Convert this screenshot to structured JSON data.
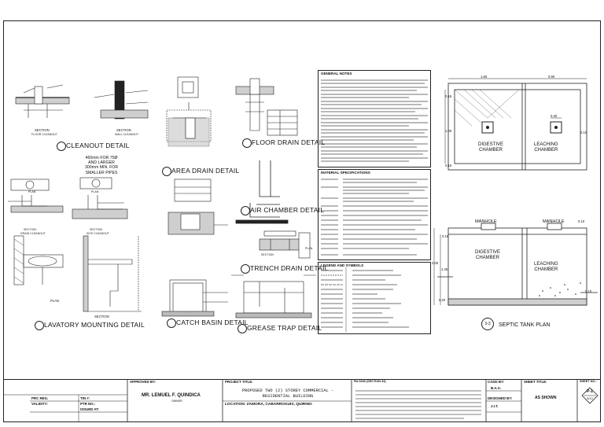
{
  "details": {
    "cleanout": "CLEANOUT DETAIL",
    "floor_drain": "FLOOR DRAIN DETAIL",
    "area_drain": "AREA DRAIN DETAIL",
    "air_chamber": "AIR CHAMBER DETAIL",
    "trench_drain": "TRENCH DRAIN DETAIL",
    "lavatory": "LAVATORY MOUNTING DETAIL",
    "catch_basin": "CATCH BASIN DETAIL",
    "grease_trap": "GREASE TRAP DETAIL",
    "septic_plan": "SEPTIC TANK PLAN",
    "septic_ref": "3-3"
  },
  "sub_labels": {
    "section_floor": "SECTION",
    "floor_cleanout": "FLOOR CLEANOUT",
    "section_wall": "SECTION",
    "wall_cleanout": "WALL CLEANOUT",
    "plan1": "PLAN",
    "plan2": "PLAN",
    "section_drain": "SECTION",
    "drain_cleanout": "DRAIN CLEANOUT",
    "section_wye": "SECTION",
    "wye_cleanout": "WYE CLEANOUT",
    "plan_lav": "PLAN",
    "section_lav": "SECTION",
    "section_trench": "SECTION",
    "plan_trench": "PLAN"
  },
  "pipe_note": [
    "460mm FOR 75Ø",
    "AND LARGER",
    "300mm MIN. FOR",
    "SMALLER PIPES"
  ],
  "septic": {
    "dim_top_left": "1.80",
    "dim_top_right": "0.90",
    "dim_left": "1.00",
    "dim_small": "0.30",
    "dim_small2": "0.10",
    "dim_corner": "0.15",
    "dim_corner2": "0.15",
    "chamber1": [
      "DIGESTIVE",
      "CHAMBER"
    ],
    "chamber2": [
      "LEACHING",
      "CHAMBER"
    ],
    "manhole1": "MANHOLE",
    "manhole2": "MANHOLE",
    "sec_dim_a": "0.18",
    "sec_dim_b": "2.00",
    "sec_dim_c": "1.45",
    "sec_dim_d": "0.20",
    "sec_dim_e": "0.10",
    "sec_dim_f": "0.10",
    "sec_chamber1": [
      "DIGESTIVE",
      "CHAMBER"
    ],
    "sec_chamber2": [
      "LEACHING",
      "CHAMBER"
    ]
  },
  "notes": {
    "general_title": "GENERAL NOTES",
    "material_title": "MATERIAL SPECIFICATIONS",
    "legend_title": "LEGEND AND SYMBOLS"
  },
  "title_block": {
    "approved_by_label": "APPROVED BY:",
    "approver_name": "MR. LEMUEL F. QUINDICA",
    "approver_role": "OWNER",
    "project_title_label": "PROJECT TITLE:",
    "project_title": [
      "PROPOSED TWO (2) STOREY COMMERCIAL -",
      "RESIDENTIAL BUILDING"
    ],
    "location": "LOCATION: ZAMORA, CABARROGUIS, QUIRINO",
    "ra_label": "RA 9266 (SECTION 33)",
    "cadd_by_label": "CADD BY:",
    "cadd_by": "B.A.A.",
    "designed_by_label": "DESIGNED BY:",
    "designed_by": "J.I.T.",
    "sheet_title_label": "SHEET TITLE:",
    "sheet_title": "AS SHOWN",
    "sheet_no_label": "SHEET NO.:",
    "sheet_no": "P-1",
    "sheet_of": "3/12",
    "prc_label": "PRC REG.",
    "validity_label": "VALIDITY:",
    "tin_label": "TIN #:",
    "ptr_label": "PTR NO.:",
    "issued_label": "ISSUED AT:"
  }
}
